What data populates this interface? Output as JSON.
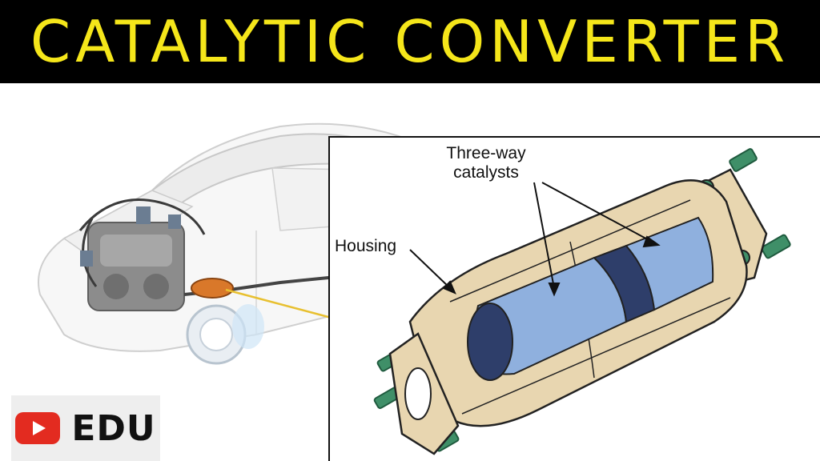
{
  "header": {
    "title": "CATALYTIC CONVERTER"
  },
  "diagram": {
    "label_catalysts_line1": "Three-way",
    "label_catalysts_line2": "catalysts",
    "label_housing": "Housing"
  },
  "badge": {
    "icon": "youtube-play-icon",
    "text": "EDU"
  },
  "colors": {
    "title_bg": "#000000",
    "title_text": "#f5e61a",
    "housing": "#e8d6b0",
    "catalyst": "#8fb0de",
    "studs": "#3f8f68",
    "converter_on_car": "#d9782a",
    "leader_line": "#e8c030",
    "youtube_red": "#e32b20"
  }
}
